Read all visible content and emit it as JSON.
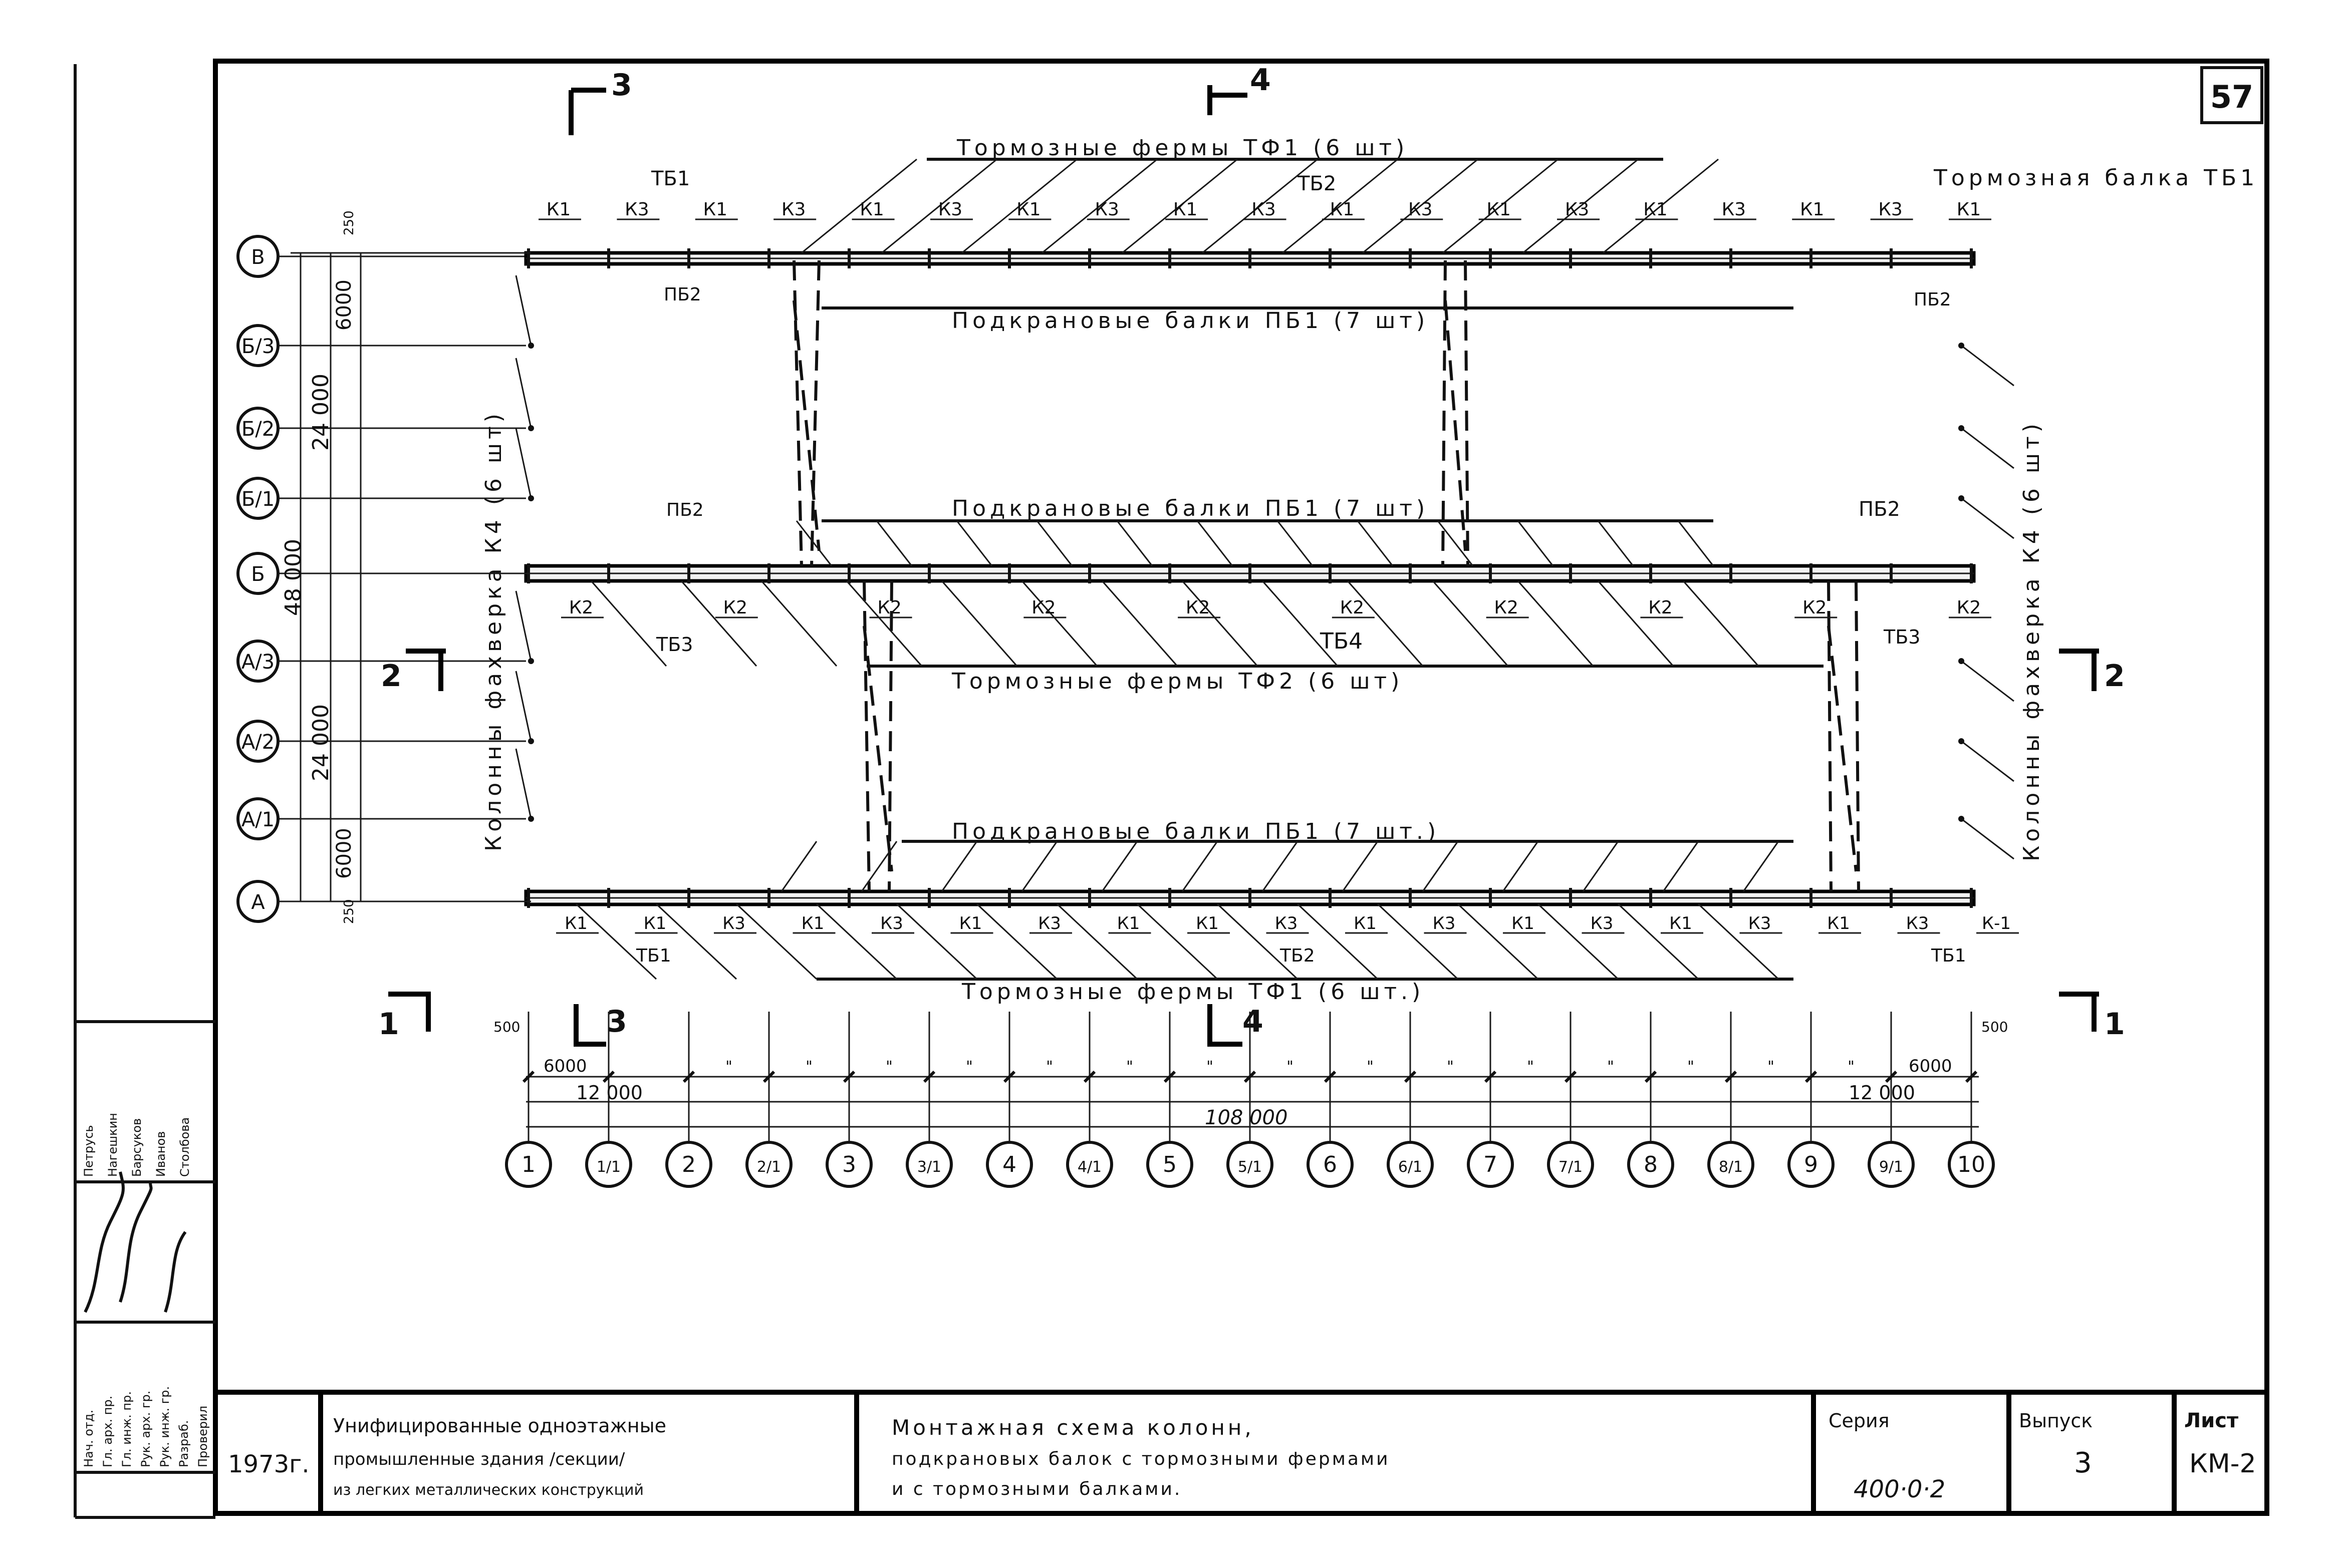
{
  "sheet_number": "57",
  "axes_rows": [
    "В",
    "Б/3",
    "Б/2",
    "Б/1",
    "Б",
    "А/3",
    "А/2",
    "А/1",
    "А"
  ],
  "axes_cols": [
    "1",
    "1/1",
    "2",
    "2/1",
    "3",
    "3/1",
    "4",
    "4/1",
    "5",
    "5/1",
    "6",
    "6/1",
    "7",
    "7/1",
    "8",
    "8/1",
    "9",
    "9/1",
    "10"
  ],
  "labels": {
    "top_trusses": "Тормозные фермы ТФ1 (6 шт)",
    "top_brake_beam": "Тормозная балка ТБ1",
    "crane_beams_1": "Подкрановые балки ПБ1 (7 шт)",
    "crane_beams_2": "Подкрановые балки ПБ1 (7 шт)",
    "mid_trusses": "Тормозные фермы ТФ2 (6 шт)",
    "crane_beams_3": "Подкрановые балки ПБ1 (7 шт.)",
    "bottom_trusses": "Тормозные фермы ТФ1 (6 шт.)",
    "columns_left": "Колонны фахверка К4 (6 шт)",
    "columns_right": "Колонны фахверка К4 (6 шт)"
  },
  "marks": {
    "tb1_top": "ТБ1",
    "tb2_top": "ТБ2",
    "pb2_left": "ПБ2",
    "pb2_right": "ПБ2",
    "pb2_mid_left": "ПБ2",
    "pb2_mid_right": "ПБ2",
    "tb3_left": "ТБ3",
    "tb4": "ТБ4",
    "tb3_right": "ТБ3",
    "tb1_bottom_left": "ТБ1",
    "tb2_bottom": "ТБ2",
    "tb1_bottom_right": "ТБ1",
    "k1": "К1",
    "k3": "К3",
    "k2": "К2",
    "k1_end": "К-1"
  },
  "top_marks_row": [
    "К1",
    "К3",
    "К1",
    "К3",
    "К1",
    "К3",
    "К1",
    "К3",
    "К1",
    "К3",
    "К1",
    "К3",
    "К1",
    "К3",
    "К1",
    "К3",
    "К1",
    "К3",
    "К1"
  ],
  "mid_marks_row": [
    "К2",
    "К2",
    "К2",
    "К2",
    "К2",
    "К2",
    "К2",
    "К2",
    "К2",
    "К2"
  ],
  "bottom_marks_row": [
    "К1",
    "К1",
    "К3",
    "К1",
    "К3",
    "К1",
    "К3",
    "К1",
    "К1",
    "К3",
    "К1",
    "К3",
    "К1",
    "К3",
    "К1",
    "К3",
    "К1",
    "К3",
    "К-1"
  ],
  "sections": {
    "s1": "1",
    "s2": "2",
    "s3": "3",
    "s4": "4"
  },
  "dims": {
    "left_6000_top": "6000",
    "left_24000_top": "24 000",
    "left_48000": "48 000",
    "left_24000_bottom": "24 000",
    "left_6000_bottom": "6000",
    "left_250_top": "250",
    "left_250_bottom": "250",
    "bottom_6000_left": "6000",
    "bottom_6000_right": "6000",
    "bottom_12000_left": "12 000",
    "bottom_12000_right": "12 000",
    "bottom_total": "108 000",
    "bottom_500_left": "500",
    "bottom_500_right": "500",
    "ditto": "\""
  },
  "stamp": {
    "roles": [
      "Нач. отд.",
      "Гл. арх. пр.",
      "Гл. инж. пр.",
      "Рук. арх. гр.",
      "Рук. инж. гр.",
      "Разраб.",
      "Проверил"
    ],
    "names": [
      "Петрусь",
      "Нагешкин",
      "Барсуков",
      "Иванов",
      "Столбова"
    ],
    "year": "1973г.",
    "project": [
      "Унифицированные одноэтажные",
      "промышленные здания /секции/",
      "из легких металлических конструкций"
    ],
    "title": [
      "Монтажная схема колонн,",
      "подкрановых балок с тормозными фермами",
      "и с тормозными балками."
    ],
    "series_label": "Серия",
    "series_value": "400·0·2",
    "issue_label": "Выпуск",
    "issue_value": "3",
    "sheet_label": "Лист",
    "sheet_value": "КМ-2"
  }
}
